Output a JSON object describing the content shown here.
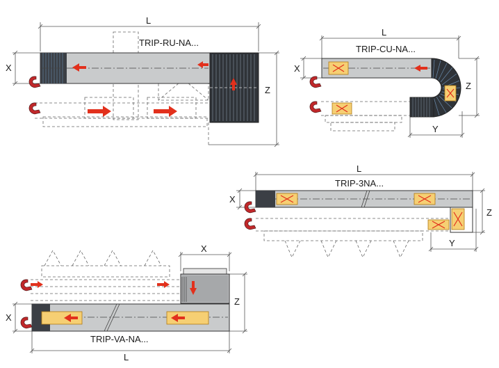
{
  "diagrams": {
    "ru": {
      "name": "TRIP-RU-NA...",
      "dim_l": "L",
      "dim_x": "X",
      "dim_z": "Z"
    },
    "cu": {
      "name": "TRIP-CU-NA...",
      "dim_l": "L",
      "dim_x": "X",
      "dim_z": "Z",
      "dim_y": "Y"
    },
    "tri": {
      "name": "TRIP-3NA...",
      "dim_l": "L",
      "dim_x": "X",
      "dim_z": "Z",
      "dim_y": "Y"
    },
    "va": {
      "name": "TRIP-VA-NA...",
      "dim_l": "L",
      "dim_x": "X",
      "dim_z": "Z",
      "dim_x_top": "X"
    }
  },
  "colors": {
    "panel_gray": "#c9cbcc",
    "panel_dark": "#3b3f45",
    "arrow_red": "#e2301c",
    "carrier_yellow": "#f6cf73",
    "dash_gray": "#8a8a8a",
    "handle_red": "#c0282a"
  }
}
